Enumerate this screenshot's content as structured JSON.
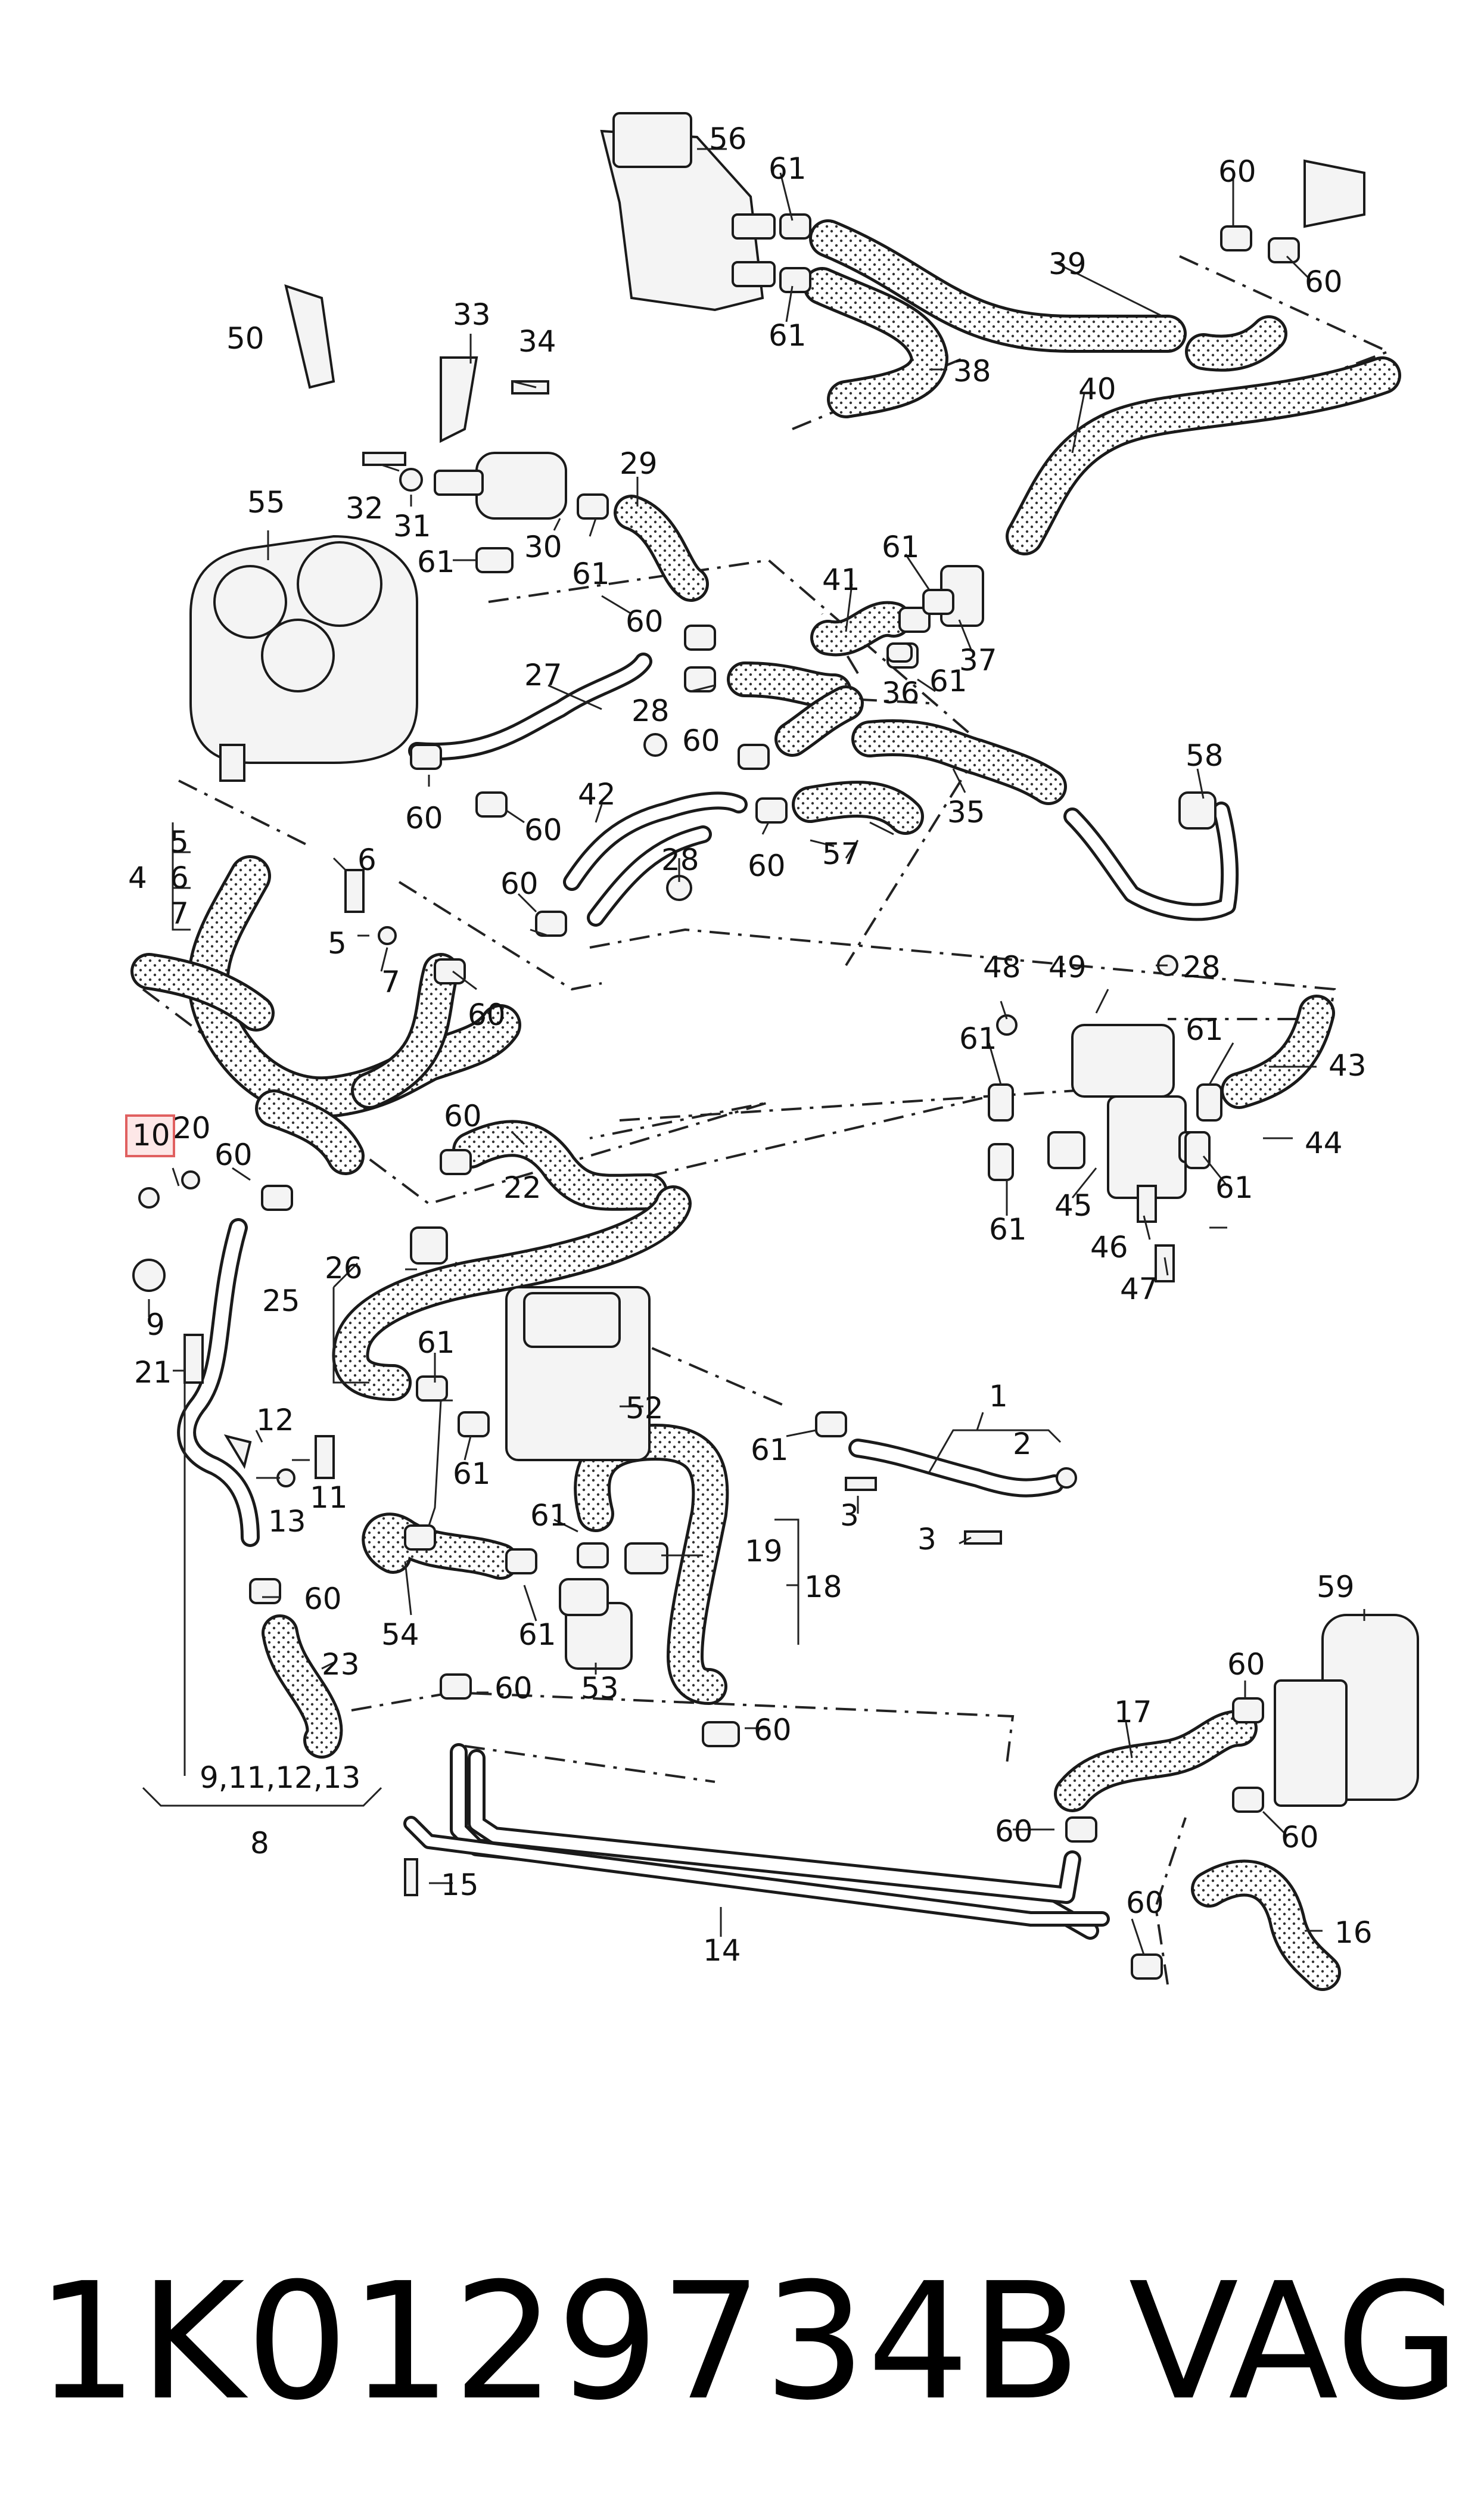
{
  "diagram": {
    "highlight_color": "#e06060",
    "highlight_fill": "#fde7e7",
    "highlighted_callout": "10",
    "callouts": [
      "1",
      "2",
      "3",
      "3",
      "4",
      "5",
      "5",
      "6",
      "6",
      "7",
      "7",
      "8",
      "9",
      "9,11,12,13",
      "10",
      "11",
      "12",
      "13",
      "14",
      "15",
      "16",
      "17",
      "18",
      "19",
      "20",
      "21",
      "22",
      "23",
      "25",
      "26",
      "27",
      "28",
      "28",
      "28",
      "29",
      "30",
      "31",
      "32",
      "33",
      "34",
      "35",
      "36",
      "37",
      "38",
      "39",
      "40",
      "41",
      "42",
      "43",
      "44",
      "45",
      "46",
      "47",
      "48",
      "49",
      "50",
      "52",
      "53",
      "54",
      "55",
      "56",
      "57",
      "58",
      "59",
      "60",
      "60",
      "60",
      "60",
      "60",
      "60",
      "60",
      "60",
      "60",
      "60",
      "60",
      "60",
      "60",
      "60",
      "60",
      "60",
      "60",
      "60",
      "61",
      "61",
      "61",
      "61",
      "61",
      "61",
      "61",
      "61",
      "61",
      "61",
      "61",
      "61",
      "61",
      "61",
      "61"
    ]
  },
  "footer": {
    "part_number": "1K0129734B",
    "brand": "VAG"
  }
}
